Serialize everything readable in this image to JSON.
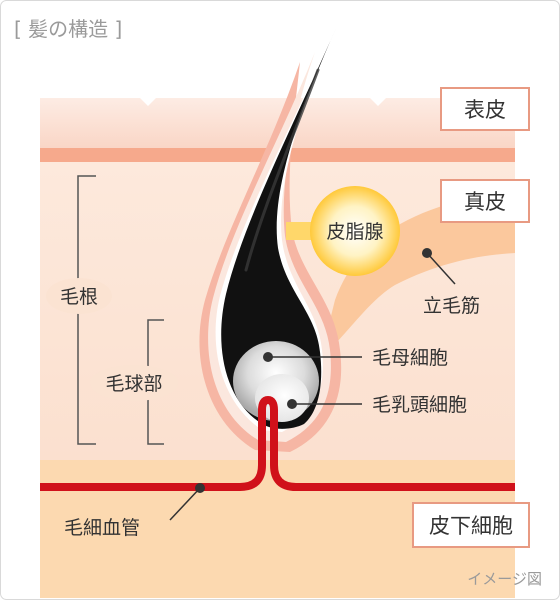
{
  "title": "[ 髪の構造 ]",
  "layers": {
    "epidermis": "表皮",
    "dermis": "真皮",
    "subcutaneous": "皮下細胞"
  },
  "labels": {
    "sebaceous_gland": "皮脂腺",
    "arrector_pili": "立毛筋",
    "hair_root": "毛根",
    "hair_bulb": "毛球部",
    "hair_matrix_cell": "毛母細胞",
    "dermal_papilla_cell": "毛乳頭細胞",
    "capillary": "毛細血管"
  },
  "note": "イメージ図",
  "colors": {
    "frame": "#d9d9d9",
    "epidermis": "#fbe4d8",
    "skin_line": "#f6a98c",
    "dermis": "#fbe3d2",
    "subcutaneous": "#fcd9b0",
    "muscle": "#fbc69a",
    "hair": "#111111",
    "follicle": "#f6b6a4",
    "sebaceous": "#ffd76a",
    "capillary": "#d0111a",
    "label_border": "#e89a82"
  }
}
